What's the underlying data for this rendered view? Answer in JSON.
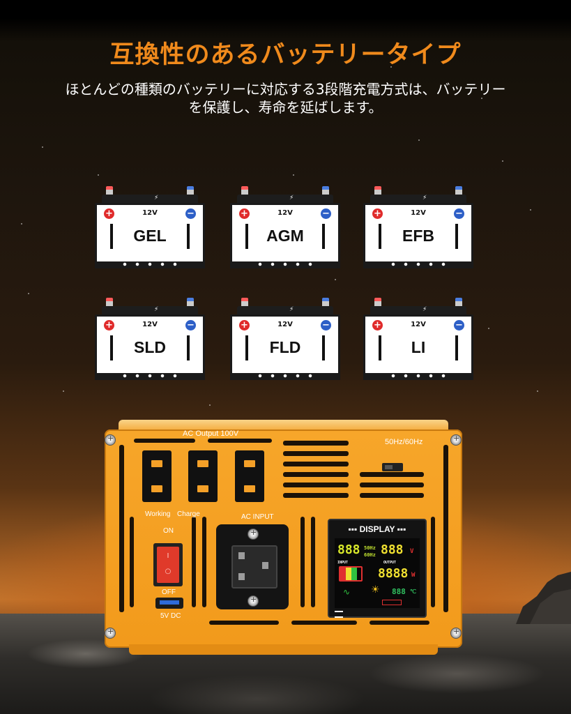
{
  "heading": {
    "title": "互換性のあるバッテリータイプ",
    "subtitle_line1": "ほとんどの種類のバッテリーに対応する3段階充電方式は、バッテリー",
    "subtitle_line2": "を保護し、寿命を延ばします。"
  },
  "colors": {
    "title": "#f08a1c",
    "inverter_body": "#f29a1b",
    "positive": "#e02b2b",
    "negative": "#2d5fc7"
  },
  "batteries": [
    {
      "voltage": "12V",
      "type": "GEL"
    },
    {
      "voltage": "12V",
      "type": "AGM"
    },
    {
      "voltage": "12V",
      "type": "EFB"
    },
    {
      "voltage": "12V",
      "type": "SLD"
    },
    {
      "voltage": "12V",
      "type": "FLD"
    },
    {
      "voltage": "12V",
      "type": "LI"
    }
  ],
  "inverter": {
    "ac_output_label": "AC Output 100V",
    "freq_label": "50Hz/60Hz",
    "working_label": "Working",
    "charge_label": "Charge",
    "on_label": "ON",
    "off_label": "OFF",
    "usb_label": "5V DC",
    "ac_input_label": "AC INPUT",
    "display": {
      "title": "DISPLAY",
      "input_voltage": "888",
      "output_voltage": "888",
      "freq_50": "50Hz",
      "freq_60": "60Hz",
      "input_tag": "INPUT",
      "output_tag": "OUTPUT",
      "watts": "8888",
      "watt_unit": "W",
      "volt_unit": "V",
      "temp": "888",
      "temp_unit": "℃"
    }
  }
}
